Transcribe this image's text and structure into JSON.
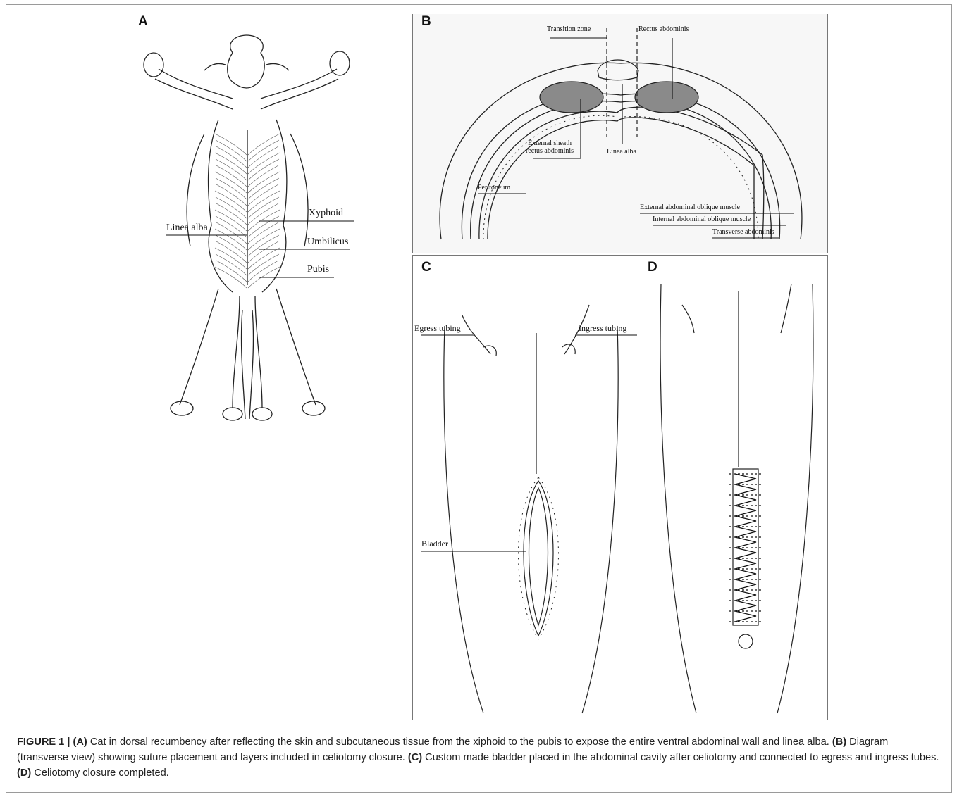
{
  "panels": {
    "a": {
      "letter": "A",
      "labels": {
        "xyphoid": "Xyphoid",
        "linea_alba": "Linea alba",
        "umbilicus": "Umbilicus",
        "pubis": "Pubis"
      }
    },
    "b": {
      "letter": "B",
      "labels": {
        "transition_zone": "Transition zone",
        "rectus_abdominis": "Rectus abdominis",
        "external_sheath_1": "External sheath",
        "external_sheath_2": "rectus abdominis",
        "linea_alba": "Linea alba",
        "peritoneum": "Peritoneum",
        "external_oblique": "External abdominal oblique muscle",
        "internal_oblique": "Internal abdominal oblique muscle",
        "transverse": "Transverse abdominis"
      }
    },
    "c": {
      "letter": "C",
      "labels": {
        "egress": "Egress tubing",
        "ingress": "Ingress tubing",
        "bladder": "Bladder"
      }
    },
    "d": {
      "letter": "D"
    }
  },
  "caption": {
    "figure_label": "FIGURE 1 |",
    "a_tag": "(A)",
    "a_text": " Cat in dorsal recumbency after reflecting the skin and subcutaneous tissue from the xiphoid to the pubis to expose the entire ventral abdominal wall and linea alba. ",
    "b_tag": "(B)",
    "b_text": " Diagram (transverse view) showing suture placement and layers included in celiotomy closure. ",
    "c_tag": "(C)",
    "c_text": " Custom made bladder placed in the abdominal cavity after celiotomy and connected to egress and ingress tubes. ",
    "d_tag": "(D)",
    "d_text": " Celiotomy closure completed."
  }
}
